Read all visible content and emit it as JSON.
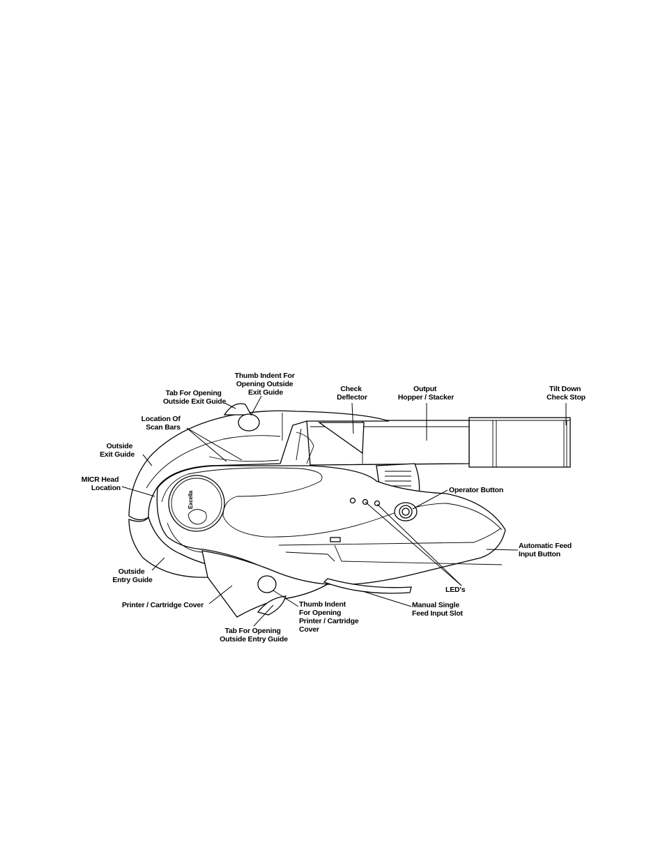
{
  "labels": {
    "thumb_exit": [
      "Thumb Indent For",
      "Opening Outside",
      "Exit Guide"
    ],
    "tab_exit": [
      "Tab For Opening",
      "Outside Exit Guide"
    ],
    "check_deflector": [
      "Check",
      "Deflector"
    ],
    "output_hopper": [
      "Output",
      "Hopper / Stacker"
    ],
    "tilt_down": [
      "Tilt Down",
      "Check Stop"
    ],
    "scan_bars": [
      "Location Of",
      "Scan Bars"
    ],
    "exit_guide": [
      "Outside",
      "Exit Guide"
    ],
    "micr_head": [
      "MICR Head",
      "Location"
    ],
    "operator_button": [
      "Operator Button"
    ],
    "auto_feed": [
      "Automatic Feed",
      "Input Button"
    ],
    "entry_guide": [
      "Outside",
      "Entry Guide"
    ],
    "leds": [
      "LED's"
    ],
    "printer_cover": [
      "Printer / Cartridge Cover"
    ],
    "thumb_printer": [
      "Thumb Indent",
      "For Opening",
      "Printer / Cartridge",
      "Cover"
    ],
    "manual_slot": [
      "Manual Single",
      "Feed Input Slot"
    ],
    "tab_entry": [
      "Tab For Opening",
      "Outside Entry Guide"
    ]
  },
  "emblem_text": "Excella"
}
